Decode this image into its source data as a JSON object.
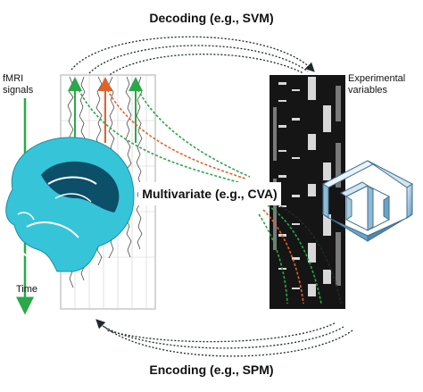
{
  "diagram": {
    "decoding_label": "Decoding (e.g., SVM)",
    "encoding_label": "Encoding (e.g., SPM)",
    "multivariate_label": "Multivariate (e.g., CVA)",
    "fmri_label_line1": "fMRI",
    "fmri_label_line2": "signals",
    "time_label": "Time",
    "experimental_label_line1": "Experimental",
    "experimental_label_line2": "variables"
  },
  "colors": {
    "green_arrow": "#2aa84a",
    "orange_arrow": "#e0622b",
    "dark_arrow": "#1e2a2a",
    "matrix_bg": "#151515",
    "brain_cyan": "#36c4d8",
    "cube_blue": "#6aa4c6"
  },
  "icons": [
    "brain-icon",
    "impossible-cube-icon"
  ]
}
